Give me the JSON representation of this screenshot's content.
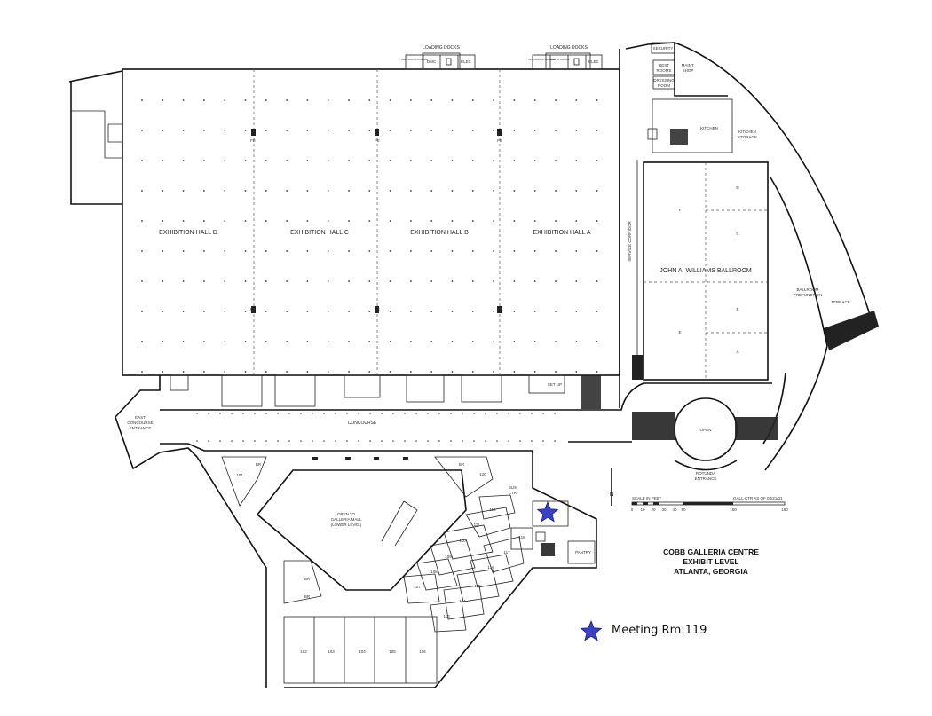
{
  "halls": {
    "d": "EXHIBITION HALL D",
    "c": "EXHIBITION HALL C",
    "b": "EXHIBITION HALL B",
    "a": "EXHIBITION HALL A"
  },
  "loading_docks_left": "LOADING DOCKS",
  "loading_docks_right": "LOADING DOCKS",
  "dock_left_rooms": [
    "AIR DOOR STORAGE",
    "DMC",
    "ELEV",
    "ELEC"
  ],
  "dock_right_rooms": [
    "AIR WALL STORAGE",
    "TELE STORAGE",
    "ELEV",
    "ELEC"
  ],
  "fe": "FE",
  "east_entrance": [
    "EAST",
    "CONCOURSE",
    "ENTRANCE"
  ],
  "concourse": "CONCOURSE",
  "set_up": "SET UP",
  "service_corridor": "SERVICE CORRIDOR",
  "ballroom": "JOHN A. WILLIAMS BALLROOM",
  "ballroom_sections": [
    "F",
    "D",
    "C",
    "B",
    "A",
    "E"
  ],
  "ballroom_prefunction": [
    "BALLROOM",
    "PREFUNCTION"
  ],
  "terrace": "TERRACE",
  "security": "SECURITY",
  "restrooms": [
    "REST",
    "ROOMS"
  ],
  "maint_shop": [
    "MAINT.",
    "SHOP"
  ],
  "dressing_room": [
    "DRESSING",
    "ROOM"
  ],
  "kitchen": "KITCHEN",
  "kitchen_storage": [
    "KITCHEN",
    "STORAGE"
  ],
  "open_rotunda": "OPEN",
  "rotunda_entrance": [
    "ROTUNDA",
    "ENTRANCE"
  ],
  "galleria_open": [
    "OPEN TO",
    "GALLERIA MALL",
    "(LOWER LEVEL)"
  ],
  "bus_ctr": [
    "BUS.",
    "CTR."
  ],
  "pantry": "PANTRY",
  "br_labels": [
    "BR",
    "BR",
    "BR",
    "BR"
  ],
  "rooms": [
    "101",
    "120",
    "111",
    "112",
    "110",
    "109",
    "108",
    "107",
    "117",
    "116",
    "115",
    "114",
    "113",
    "118",
    "102",
    "103",
    "104",
    "105",
    "106"
  ],
  "scale": {
    "title": "SCALE IN FEET",
    "ticks": [
      "0",
      "10",
      "20",
      "30",
      "40",
      "50",
      "100",
      "150"
    ],
    "note": "GALL-CTR AS OF 03/21/01"
  },
  "north": "N",
  "venue": {
    "line1": "COBB GALLERIA CENTRE",
    "line2": "EXHIBIT LEVEL",
    "line3": "ATLANTA, GEORGIA"
  },
  "legend": {
    "label": "Meeting Rm:119",
    "marker_color": "#3a41c6"
  }
}
